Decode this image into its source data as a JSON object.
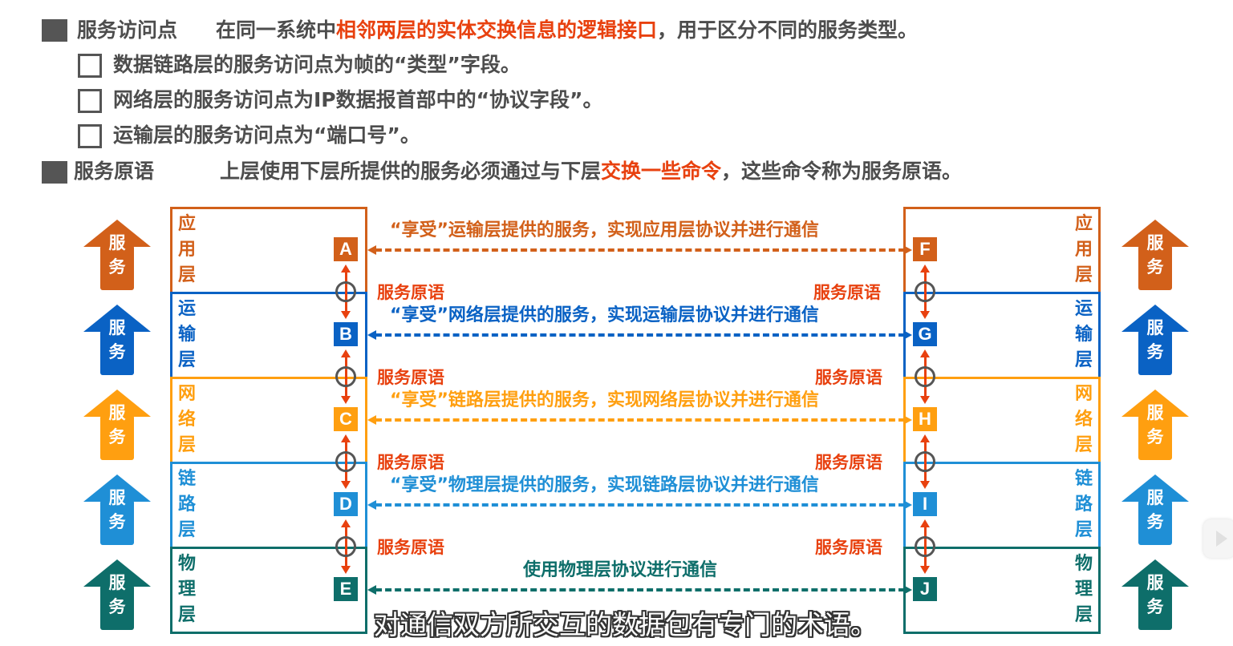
{
  "definitions": {
    "sap": {
      "term": "服务访问点",
      "desc_pre": "在同一系统中",
      "desc_highlight": "相邻两层的实体交换信息的逻辑接口",
      "desc_post": "，用于区分不同的服务类型。",
      "items": [
        "数据链路层的服务访问点为帧的“类型”字段。",
        "网络层的服务访问点为IP数据报首部中的“协议字段”。",
        "运输层的服务访问点为“端口号”。"
      ]
    },
    "primitive": {
      "term": "服务原语",
      "desc_pre": "上层使用下层所提供的服务必须通过与下层",
      "desc_highlight": "交换一些命令",
      "desc_post": "，这些命令称为服务原语。"
    }
  },
  "diagram": {
    "service_arrow_label": [
      "服",
      "务"
    ],
    "primitive_label": "服务原语",
    "layers": [
      {
        "name": [
          "应",
          "用",
          "层"
        ],
        "color": "#d2601a",
        "left_sap": "A",
        "right_sap": "F",
        "message": "“享受”运输层提供的服务，实现应用层协议并进行通信"
      },
      {
        "name": [
          "运",
          "输",
          "层"
        ],
        "color": "#0a62c4",
        "left_sap": "B",
        "right_sap": "G",
        "message": "“享受”网络层提供的服务，实现运输层协议并进行通信"
      },
      {
        "name": [
          "网",
          "络",
          "层"
        ],
        "color": "#ff9f10",
        "left_sap": "C",
        "right_sap": "H",
        "message": "“享受”链路层提供的服务，实现网络层协议并进行通信"
      },
      {
        "name": [
          "链",
          "路",
          "层"
        ],
        "color": "#1f8fd6",
        "left_sap": "D",
        "right_sap": "I",
        "message": "“享受”物理层提供的服务，实现链路层协议并进行通信"
      },
      {
        "name": [
          "物",
          "理",
          "层"
        ],
        "color": "#0e6e6a",
        "left_sap": "E",
        "right_sap": "J",
        "message": "使用物理层协议进行通信"
      }
    ],
    "primitive_color": "#e8410f"
  },
  "subtitle": "对通信双方所交互的数据包有专门的术语。",
  "colors": {
    "text": "#4d4d4d",
    "highlight": "#e8410f"
  }
}
